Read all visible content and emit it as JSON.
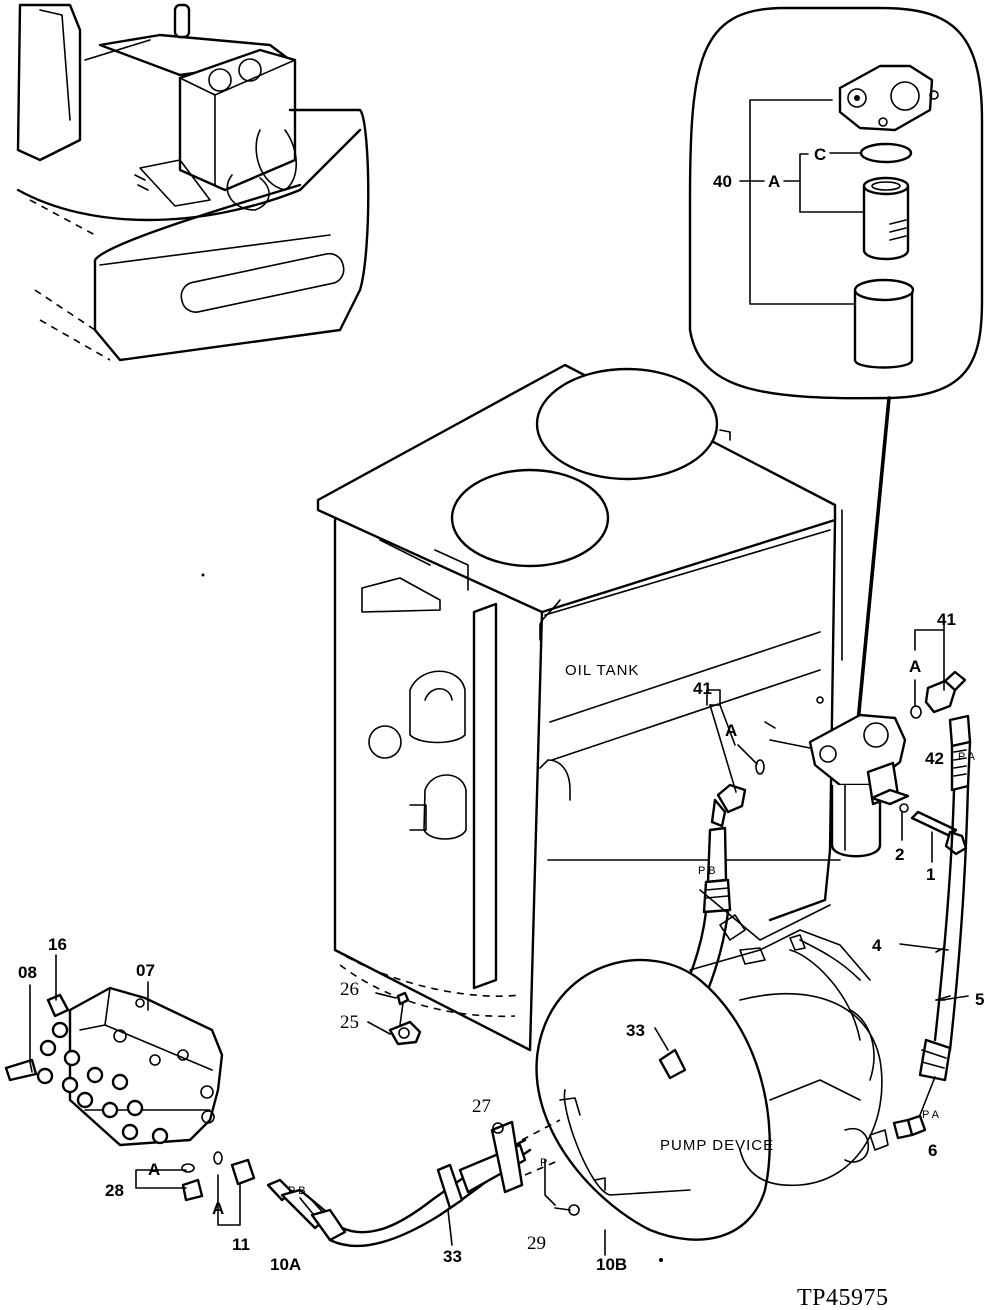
{
  "figure_id": "TP45975",
  "components": {
    "oil_tank": "OIL TANK",
    "pump_device": "PUMP DEVICE"
  },
  "callouts": {
    "c40": "40",
    "cA_detail": "A",
    "cC_detail": "C",
    "c41_left": "41",
    "cA_41_left": "A",
    "c41_right": "41",
    "cA_41_right": "A",
    "c42": "42",
    "c2": "2",
    "c1": "1",
    "c4": "4",
    "c5": "5",
    "c6": "6",
    "c33_upper": "33",
    "c33_lower": "33",
    "c26": "26",
    "c25": "25",
    "c27": "27",
    "c29": "29",
    "c10A": "10A",
    "c10B": "10B",
    "c11": "11",
    "cA_11": "A",
    "c28": "28",
    "cA_28": "A",
    "c08": "08",
    "c16": "16",
    "c07": "07"
  },
  "port_labels": {
    "pb_upper": "P B",
    "pa_upper": "P A",
    "pa_lower": "P A",
    "pb_lower": "P B",
    "p_small": "P"
  }
}
